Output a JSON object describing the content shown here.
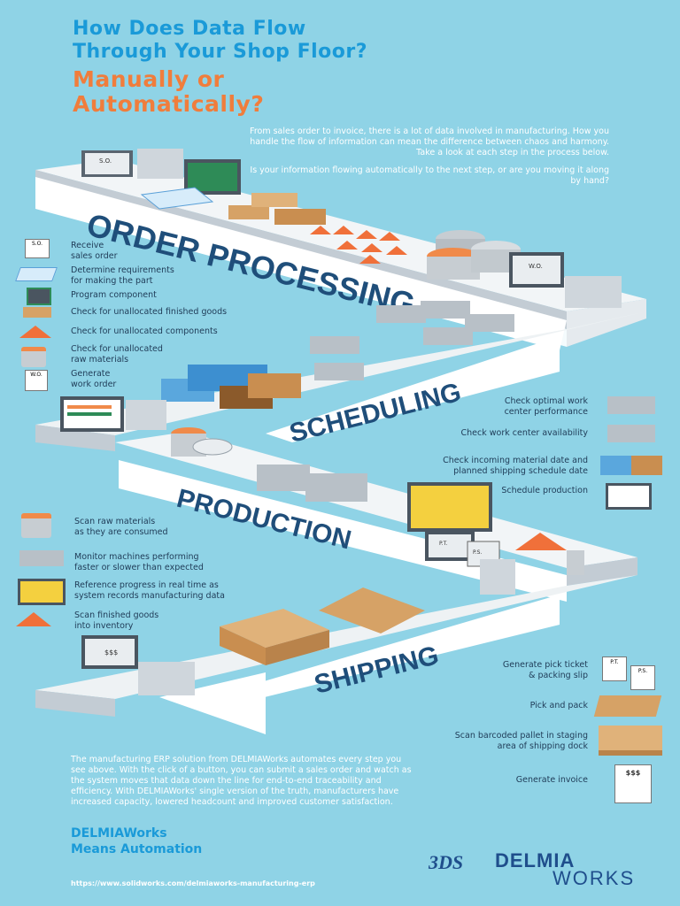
{
  "header": {
    "title_line1": "How Does Data Flow",
    "title_line2": "Through Your Shop Floor?",
    "subtitle_line1": "Manually or",
    "subtitle_line2": "Automatically?"
  },
  "intro": {
    "paragraph1": "From sales order to invoice, there is a lot of data involved in manufacturing. How you handle the flow of information can mean the difference between chaos and harmony. Take a look at each step in the process below.",
    "paragraph2": "Is your information flowing automatically to the next step, or are you moving it along by hand?"
  },
  "sections": {
    "order": "ORDER PROCESSING",
    "scheduling": "SCHEDULING",
    "production": "PRODUCTION",
    "shipping": "SHIPPING"
  },
  "order_steps": [
    {
      "label": "Receive\nsales order",
      "icon": "sales-order-icon"
    },
    {
      "label": "Determine requirements\nfor making the part",
      "icon": "blueprint-icon"
    },
    {
      "label": "Program component",
      "icon": "monitor-icon"
    },
    {
      "label": "Check for unallocated finished goods",
      "icon": "box-icon"
    },
    {
      "label": "Check for unallocated components",
      "icon": "pyramid-icon"
    },
    {
      "label": "Check for unallocated\nraw materials",
      "icon": "raw-material-icon"
    },
    {
      "label": "Generate\nwork order",
      "icon": "work-order-icon"
    }
  ],
  "scheduling_steps": [
    {
      "label": "Check optimal work\ncenter performance",
      "icon": "machine-thumbs-up-icon"
    },
    {
      "label": "Check work center availability",
      "icon": "machine-check-icon"
    },
    {
      "label": "Check incoming material date and\nplanned shipping schedule date",
      "icon": "trucks-icon"
    },
    {
      "label": "Schedule production",
      "icon": "schedule-monitor-icon"
    }
  ],
  "production_steps": [
    {
      "label": "Scan raw materials\nas they are consumed",
      "icon": "scan-raw-icon"
    },
    {
      "label": "Monitor machines performing\nfaster or slower than expected",
      "icon": "machine-monitor-icon"
    },
    {
      "label": "Reference progress in real time as\nsystem records manufacturing data",
      "icon": "progress-monitor-icon"
    },
    {
      "label": "Scan finished goods\ninto inventory",
      "icon": "scan-goods-icon"
    }
  ],
  "shipping_steps": [
    {
      "label": "Generate pick ticket\n& packing slip",
      "icon": "pick-ticket-icon"
    },
    {
      "label": "Pick and pack",
      "icon": "open-box-icon"
    },
    {
      "label": "Scan barcoded pallet in staging\narea of shipping dock",
      "icon": "pallet-icon"
    },
    {
      "label": "Generate invoice",
      "icon": "invoice-icon"
    }
  ],
  "doc_labels": {
    "so": "S.O.",
    "wo": "W.O.",
    "pt": "P.T.",
    "ps": "P.S.",
    "invoice": "$$$"
  },
  "footer": {
    "body": "The manufacturing ERP solution from DELMIAWorks automates every step you see above. With the click of a button, you can submit a sales order and watch as the system moves that data down the line for end-to-end traceability and efficiency. With DELMIAWorks' single version of the truth, manufacturers have increased capacity, lowered headcount and improved customer satisfaction.",
    "tagline1": "DELMIAWorks",
    "tagline2": "Means Automation",
    "url": "https://www.solidworks.com/delmiaworks-manufacturing-erp",
    "logo_line1": "DELMIA",
    "logo_line2": "WORKS",
    "logo_mark": "3DS"
  },
  "colors": {
    "background": "#8fd3e6",
    "title_blue": "#1a9ad8",
    "title_orange": "#f07d3c",
    "section_text": "#1f4e7a",
    "belt_top": "#f2f5f7",
    "belt_side": "#c3ccd4"
  }
}
